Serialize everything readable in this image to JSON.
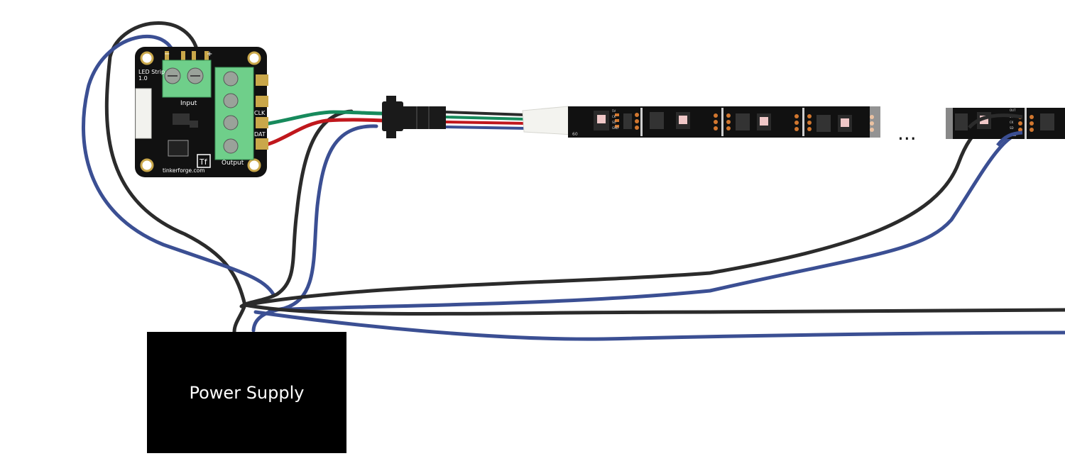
{
  "power_supply": {
    "label": "Power Supply"
  },
  "bricklet": {
    "title_line1": "LED Strip",
    "title_line2": "1.0",
    "input_label": "Input",
    "output_label": "Output",
    "minus_sign": "−",
    "plus_sign": "+",
    "clk_label": "CLK",
    "dat_label": "DAT",
    "logo_text": "Tf",
    "brand": "tinkerforge.com"
  },
  "strip": {
    "pin_labels": [
      "5V",
      "CK",
      "SD",
      "GND"
    ],
    "pin_labels_out": [
      "OUT",
      "5V",
      "CK",
      "SD",
      "GND"
    ],
    "segment_code": "60",
    "ellipsis": "..."
  },
  "colors": {
    "wire_black": "#2b2b2b",
    "wire_blue": "#3b4f93",
    "wire_green": "#178a5c",
    "wire_red": "#c0171c",
    "pcb": "#111111",
    "terminal_green": "#6fcf8a",
    "gold": "#c9a74a",
    "strip_pad": "#d2772f"
  }
}
